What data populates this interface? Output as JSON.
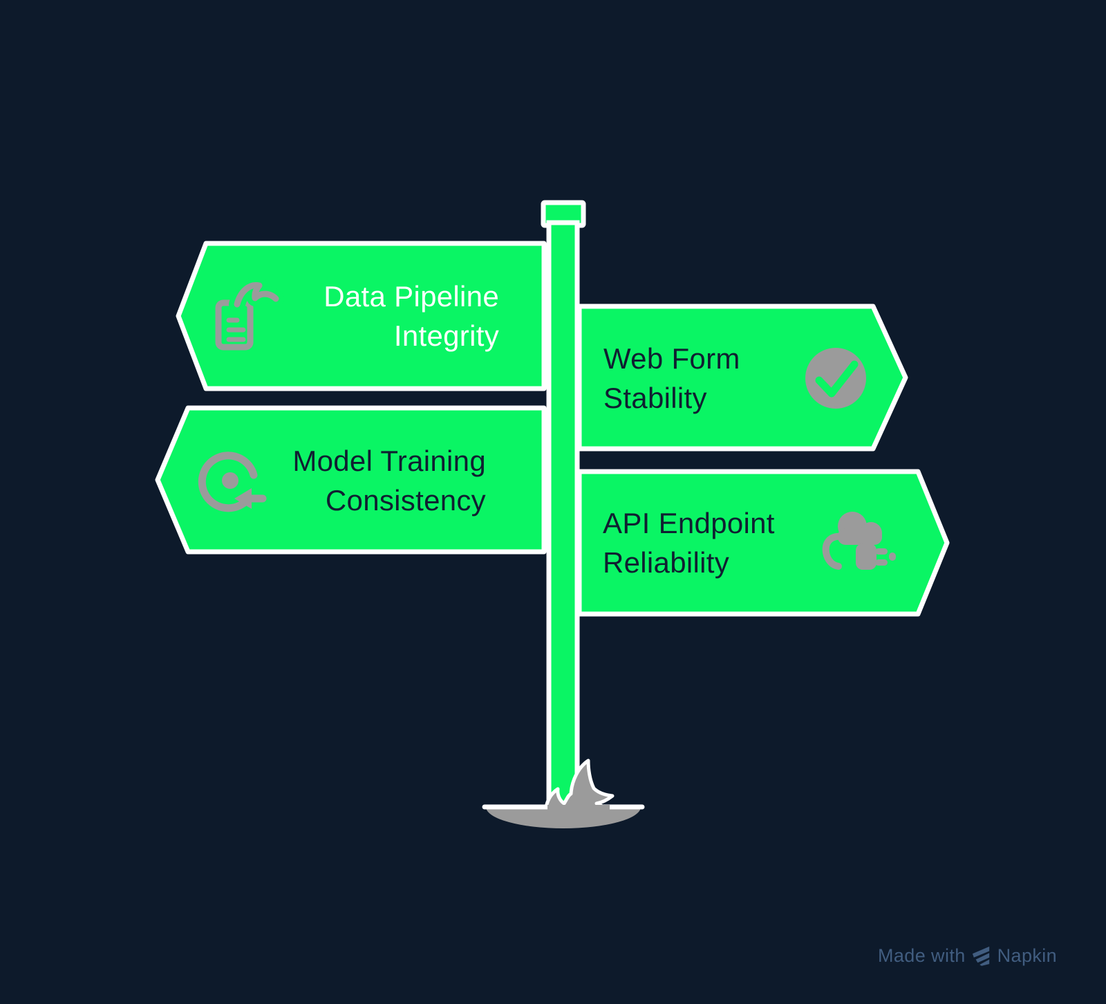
{
  "colors": {
    "background": "#0d1a2b",
    "sign_green": "#0af564",
    "sign_border": "#ffffff",
    "icon_gray": "#9b9b9b",
    "ground_gray": "#9b9b9b",
    "text_dark": "#101f31",
    "text_light": "#ffffff",
    "watermark": "#415d80"
  },
  "signs": [
    {
      "id": "data-pipeline-integrity",
      "label": "Data Pipeline Integrity",
      "lines": [
        "Data Pipeline",
        "Integrity"
      ],
      "direction": "left",
      "icon": "hand-holding-document",
      "text_style": "light"
    },
    {
      "id": "web-form-stability",
      "label": "Web Form Stability",
      "lines": [
        "Web Form",
        "Stability"
      ],
      "direction": "right",
      "icon": "check-circle",
      "text_style": "dark"
    },
    {
      "id": "model-training-consistency",
      "label": "Model Training Consistency",
      "lines": [
        "Model Training",
        "Consistency"
      ],
      "direction": "left",
      "icon": "rotate-arrow",
      "text_style": "dark"
    },
    {
      "id": "api-endpoint-reliability",
      "label": "API Endpoint Reliability",
      "lines": [
        "API Endpoint",
        "Reliability"
      ],
      "direction": "right",
      "icon": "cloud-plug",
      "text_style": "dark"
    }
  ],
  "watermark": {
    "text": "Made with",
    "brand": "Napkin"
  }
}
